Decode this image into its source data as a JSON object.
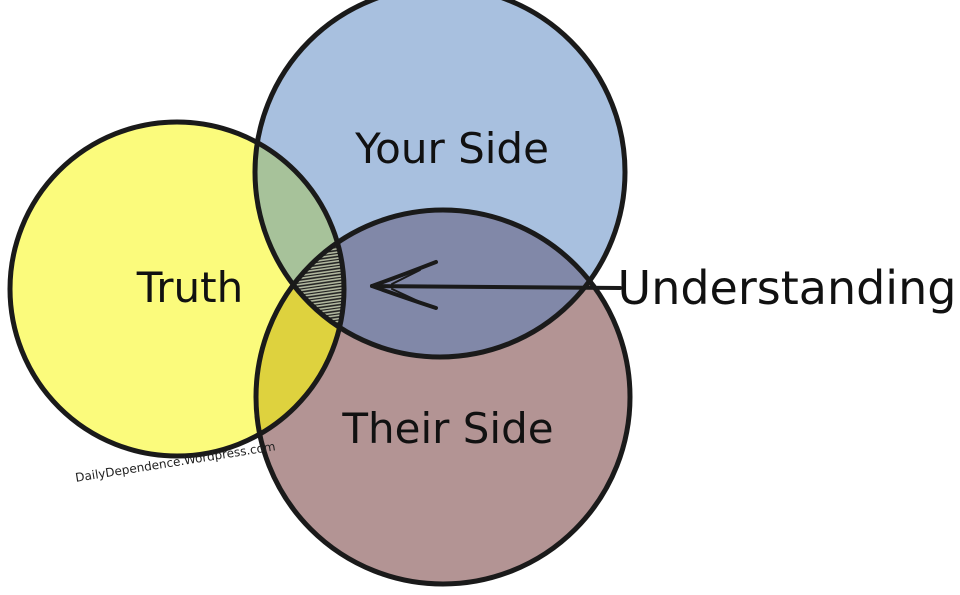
{
  "diagram": {
    "sets": [
      {
        "id": "truth",
        "label": "Truth",
        "fill": "#fbfb7c"
      },
      {
        "id": "your_side",
        "label": "Your Side",
        "fill": "#a8c0df"
      },
      {
        "id": "their_side",
        "label": "Their Side",
        "fill": "#b39494"
      }
    ],
    "overlap_colors": {
      "truth_your": "#a7c29a",
      "truth_their": "#ded23e",
      "your_their": "#8188a8",
      "all_three": "#9da08d"
    },
    "callout": {
      "label": "Understanding",
      "points_to": "all_three"
    },
    "credit": "DailyDependence.Wordpress.com",
    "outline_color": "#1a1a1a"
  }
}
